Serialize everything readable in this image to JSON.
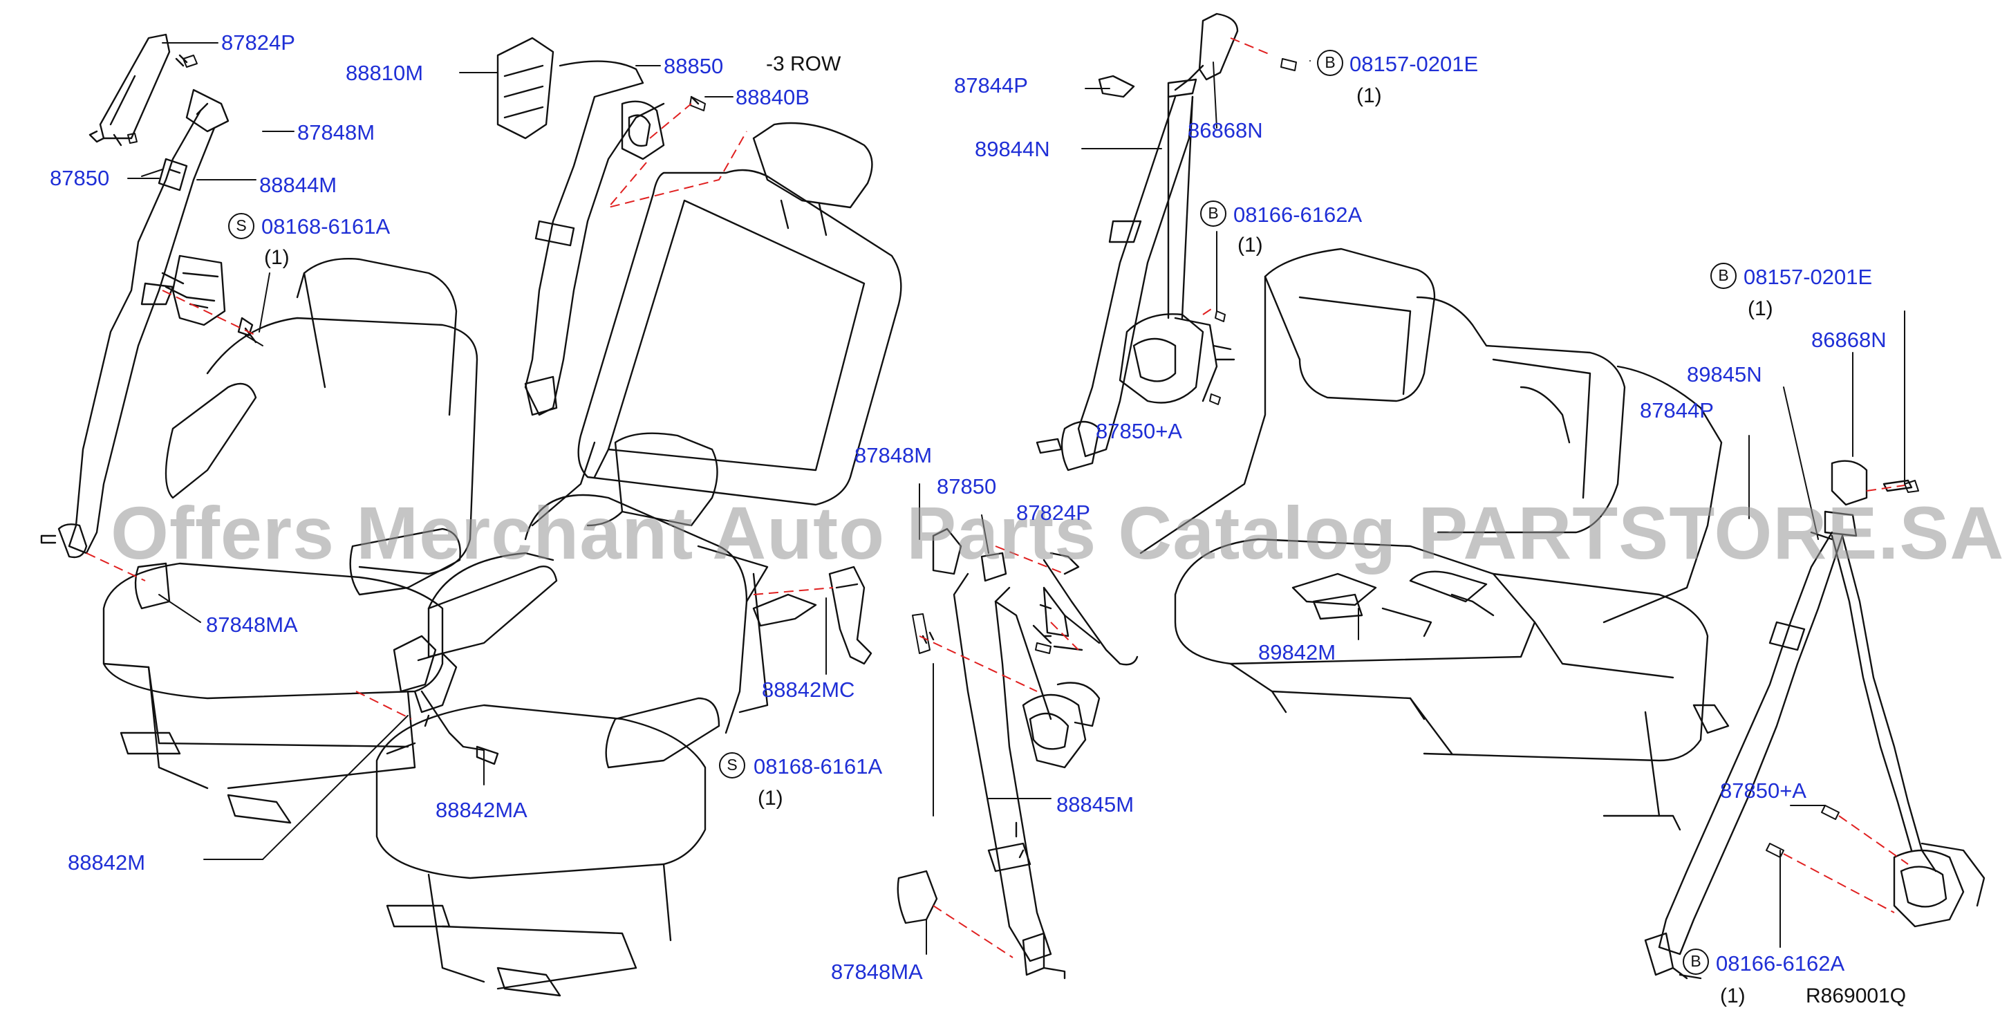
{
  "header": {
    "row_label": "-3  ROW"
  },
  "parts": [
    {
      "id": "p1",
      "code": "87824P"
    },
    {
      "id": "p2",
      "code": "88810M"
    },
    {
      "id": "p3",
      "code": "88850"
    },
    {
      "id": "p4",
      "code": "88840B"
    },
    {
      "id": "p5",
      "code": "87848M"
    },
    {
      "id": "p6",
      "code": "87850"
    },
    {
      "id": "p7",
      "code": "88844M"
    },
    {
      "id": "p8",
      "code": "08168-6161A"
    },
    {
      "id": "p9",
      "code": "87848MA"
    },
    {
      "id": "p10",
      "code": "88842MA"
    },
    {
      "id": "p11",
      "code": "88842M"
    },
    {
      "id": "p12",
      "code": "87844P"
    },
    {
      "id": "p13",
      "code": "89844N"
    },
    {
      "id": "p14",
      "code": "08157-0201E"
    },
    {
      "id": "p15",
      "code": "86868N"
    },
    {
      "id": "p16",
      "code": "08166-6162A"
    },
    {
      "id": "p17",
      "code": "87850+A"
    },
    {
      "id": "p18",
      "code": "87848M"
    },
    {
      "id": "p19",
      "code": "87850"
    },
    {
      "id": "p20",
      "code": "87824P"
    },
    {
      "id": "p21",
      "code": "88842MC"
    },
    {
      "id": "p22",
      "code": "08168-6161A"
    },
    {
      "id": "p23",
      "code": "88845M"
    },
    {
      "id": "p24",
      "code": "87848MA"
    },
    {
      "id": "p25",
      "code": "89842M"
    },
    {
      "id": "p26",
      "code": "08157-0201E"
    },
    {
      "id": "p27",
      "code": "86868N"
    },
    {
      "id": "p28",
      "code": "89845N"
    },
    {
      "id": "p29",
      "code": "87844P"
    },
    {
      "id": "p30",
      "code": "87850+A"
    },
    {
      "id": "p31",
      "code": "08166-6162A"
    }
  ],
  "badges": {
    "s": "S",
    "b": "B"
  },
  "qty": "(1)",
  "diagram_id": "R869001Q",
  "watermark": "Offers Merchant Auto Parts Catalog PARTSTORE.SA",
  "colors": {
    "label_blue": "#1f2fd6",
    "line_black": "#111111",
    "dash_red": "#e02020",
    "watermark_gray": "#969696"
  }
}
